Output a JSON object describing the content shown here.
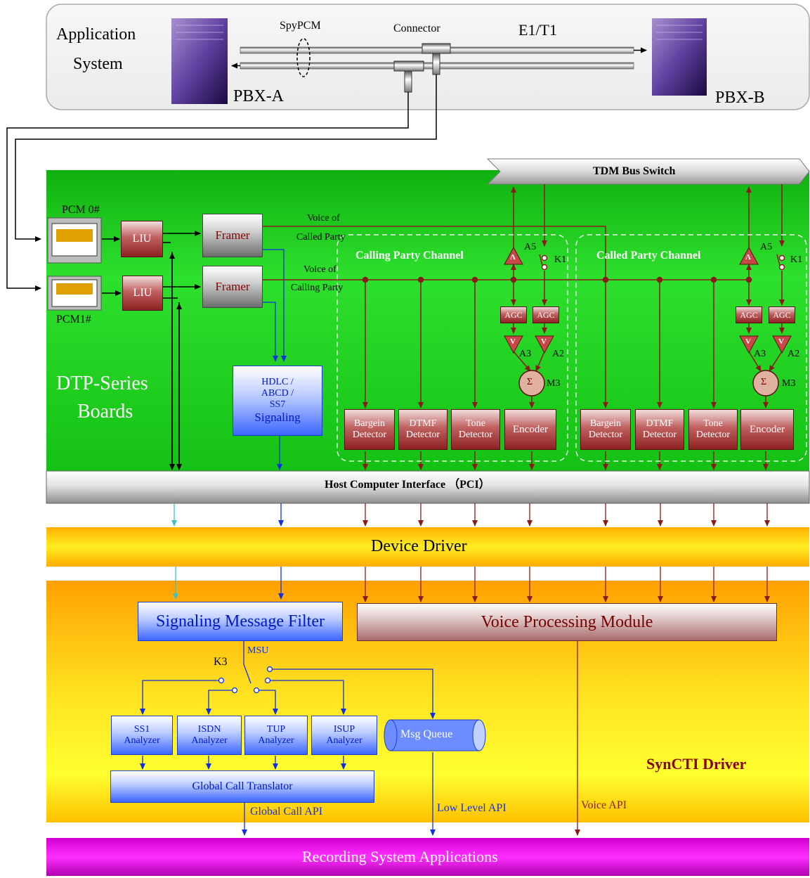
{
  "app_system": {
    "label_line1": "Application",
    "label_line2": "System",
    "spypcm": "SpyPCM",
    "connector": "Connector",
    "e1t1": "E1/T1",
    "pbx_a": "PBX-A",
    "pbx_b": "PBX-B"
  },
  "tdm_bus": "TDM Bus Switch",
  "board": {
    "title_line1": "DTP-Series",
    "title_line2": "Boards",
    "pcm0": "PCM 0#",
    "pcm1": "PCM1#",
    "liu": "LIU",
    "framer": "Framer",
    "voice_called_1": "Voice of",
    "voice_called_2": "Called Party",
    "voice_calling_1": "Voice of",
    "voice_calling_2": "Calling Party",
    "signaling_line1": "HDLC /",
    "signaling_line2": "ABCD /",
    "signaling_line3": "SS7",
    "signaling_line4": "Signaling"
  },
  "calling_channel": {
    "title": "Calling Party Channel"
  },
  "called_channel": {
    "title": "Called Party Channel"
  },
  "channel_parts": {
    "agc": "AGC",
    "a5": "A5",
    "k1": "K1",
    "a3": "A3",
    "a2": "A2",
    "m3": "M3",
    "amp_up": "Λ",
    "amp_down": "V",
    "sigma": "Σ",
    "bargein_1": "Bargein",
    "bargein_2": "Detector",
    "dtmf_1": "DTMF",
    "dtmf_2": "Detector",
    "tone_1": "Tone",
    "tone_2": "Detector",
    "encoder": "Encoder"
  },
  "pci_bus": "Host Computer Interface （PCI）",
  "device_driver": "Device Driver",
  "synCTI": {
    "signaling_filter": "Signaling Message Filter",
    "voice_module": "Voice Processing Module",
    "msu": "MSU",
    "k3": "K3",
    "ss1_1": "SS1",
    "ss1_2": "Analyzer",
    "isdn_1": "ISDN",
    "isdn_2": "Analyzer",
    "tup_1": "TUP",
    "tup_2": "Analyzer",
    "isup_1": "ISUP",
    "isup_2": "Analyzer",
    "msg_queue": "Msg Queue",
    "global_translator": "Global Call Translator",
    "global_api": "Global Call API",
    "low_api": "Low Level API",
    "voice_api": "Voice API",
    "driver_label": "SynCTI Driver"
  },
  "recording_apps": "Recording System Applications",
  "colors": {
    "board_green": "#22cc22",
    "wire_red": "#8b1a1a",
    "wire_blue": "#1030e0",
    "wire_cyan": "#40c0c0",
    "magenta": "#cc00cc"
  }
}
